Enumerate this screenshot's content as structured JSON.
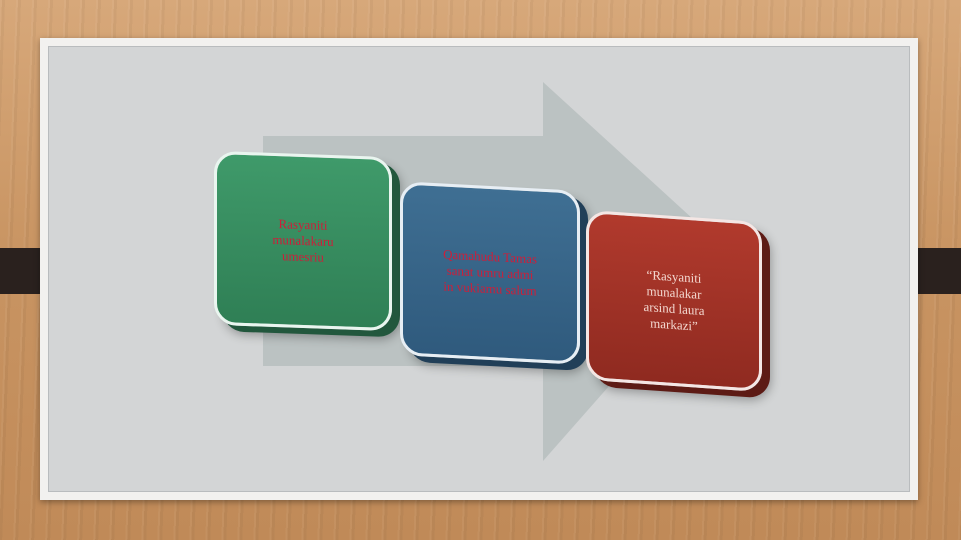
{
  "diagram": {
    "steps": [
      {
        "id": "step1",
        "text": "Rasyaniti\nmunalakaru\numesriu",
        "color": "#3f9a6a"
      },
      {
        "id": "step2",
        "text": "Qamahudu Tamas\nsanat umru admi\nin vukiamu salum",
        "color": "#3f6f93"
      },
      {
        "id": "step3",
        "text": "“Rasyaniti\nmunalakar\narsind laura\nmarkazi”",
        "color": "#b13a2d"
      }
    ],
    "arrow_color": "#b5bdbd"
  }
}
